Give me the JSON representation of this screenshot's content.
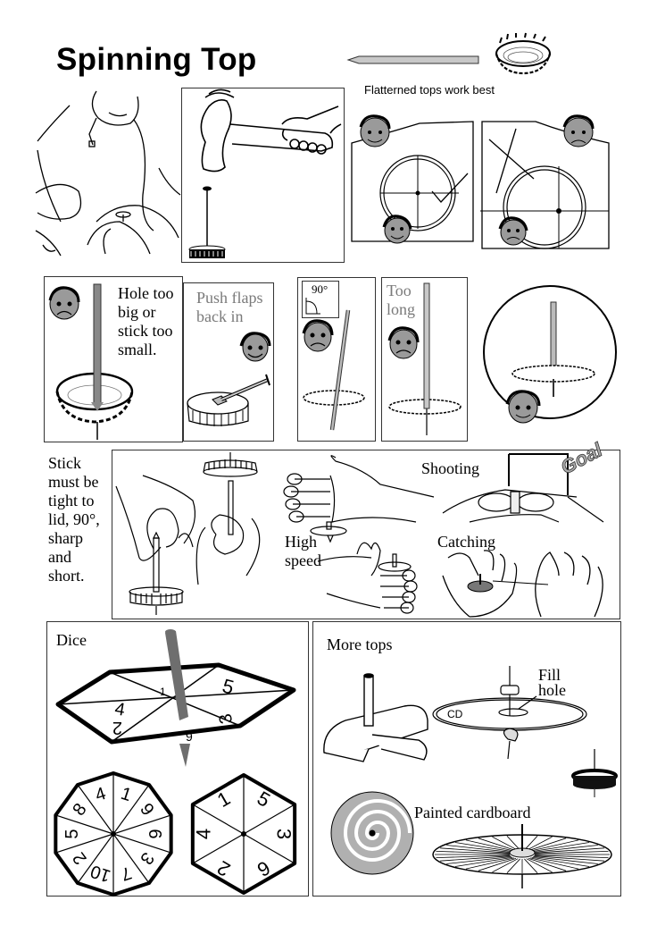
{
  "page": {
    "title": "Spinning Top",
    "flattened_note": "Flatterned tops work best"
  },
  "row2": {
    "hole_too_big": [
      "Hole too",
      "big or",
      "stick too",
      "small."
    ],
    "push_flaps": [
      "Push flaps",
      "back in"
    ],
    "angle_label": "90°",
    "too_long": [
      "Too",
      "long"
    ]
  },
  "row3": {
    "stick_rules": [
      "Stick",
      "must be",
      "tight to",
      "lid, 90°,",
      "sharp",
      "and",
      "short."
    ],
    "high_speed": [
      "High",
      "speed"
    ],
    "shooting": "Shooting",
    "goal": "Goal",
    "catching": "Catching"
  },
  "dice": {
    "heading": "Dice",
    "hexagon_top_numbers": [
      "1",
      "5",
      "3",
      "9",
      "2",
      "4"
    ],
    "decagon_numbers": [
      "1",
      "9",
      "6",
      "3",
      "7",
      "10",
      "2",
      "5",
      "8",
      "4"
    ],
    "hexagon_numbers": [
      "5",
      "3",
      "6",
      "2",
      "4",
      "1"
    ]
  },
  "more_tops": {
    "heading": "More tops",
    "fill_hole": [
      "Fill",
      "hole"
    ],
    "cd_label": "CD",
    "painted_cardboard": "Painted cardboard"
  },
  "colors": {
    "ink": "#000000",
    "panel_border": "#333333",
    "stick_gray": "#6e6e6e",
    "face_gray": "#9a9a9a",
    "muted_text": "#7a7a7a"
  }
}
